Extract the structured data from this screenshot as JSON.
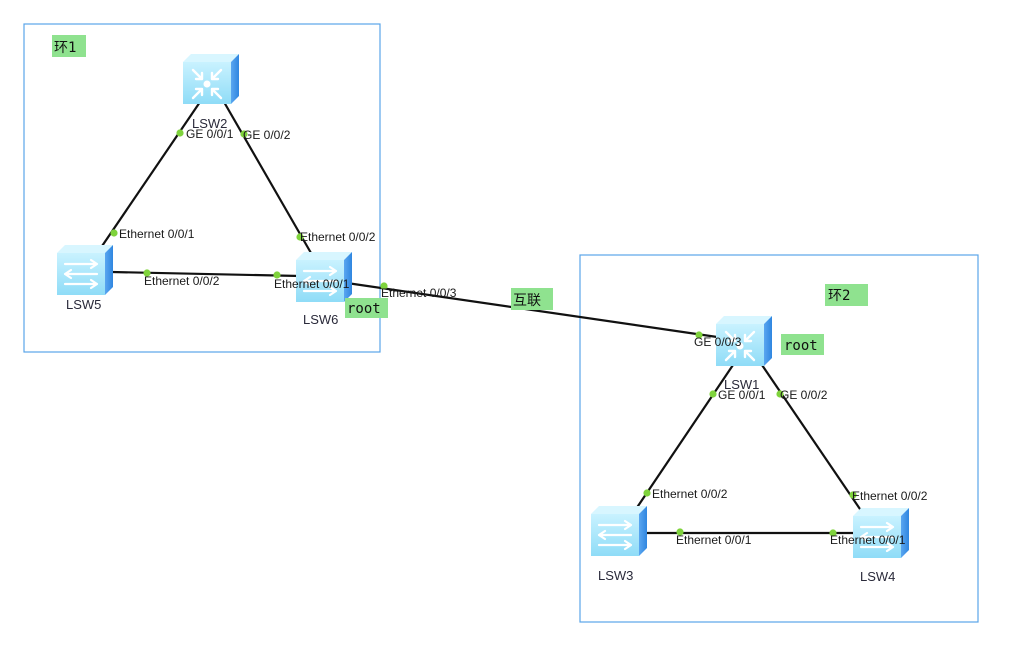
{
  "areas": [
    {
      "id": "ring1",
      "label": "环1"
    },
    {
      "id": "ring2",
      "label": "环2"
    }
  ],
  "devices": [
    {
      "id": "LSW2",
      "name": "LSW2",
      "type": "core-switch"
    },
    {
      "id": "LSW5",
      "name": "LSW5",
      "type": "switch"
    },
    {
      "id": "LSW6",
      "name": "LSW6",
      "type": "switch"
    },
    {
      "id": "LSW1",
      "name": "LSW1",
      "type": "core-switch"
    },
    {
      "id": "LSW3",
      "name": "LSW3",
      "type": "switch"
    },
    {
      "id": "LSW4",
      "name": "LSW4",
      "type": "switch"
    }
  ],
  "links": [
    {
      "from": "LSW2",
      "from_port": "GE 0/0/1",
      "to": "LSW5",
      "to_port": "Ethernet 0/0/1"
    },
    {
      "from": "LSW2",
      "from_port": "GE 0/0/2",
      "to": "LSW6",
      "to_port": "Ethernet 0/0/2"
    },
    {
      "from": "LSW5",
      "from_port": "Ethernet 0/0/2",
      "to": "LSW6",
      "to_port": "Ethernet 0/0/1"
    },
    {
      "from": "LSW6",
      "from_port": "Ethernet 0/0/3",
      "to": "LSW1",
      "to_port": "GE 0/0/3"
    },
    {
      "from": "LSW1",
      "from_port": "GE 0/0/1",
      "to": "LSW3",
      "to_port": "Ethernet 0/0/2"
    },
    {
      "from": "LSW1",
      "from_port": "GE 0/0/2",
      "to": "LSW4",
      "to_port": "Ethernet 0/0/2"
    },
    {
      "from": "LSW3",
      "from_port": "Ethernet 0/0/1",
      "to": "LSW4",
      "to_port": "Ethernet 0/0/1"
    }
  ],
  "tags": {
    "ring1": "环1",
    "ring2": "环2",
    "interconnect": "互联",
    "root_lsw6": "root",
    "root_lsw1": "root"
  },
  "colors": {
    "area_border": "#5aa5e8",
    "tag_bg": "#8fe28f",
    "port_dot": "#7fd33c",
    "link": "#111111"
  }
}
